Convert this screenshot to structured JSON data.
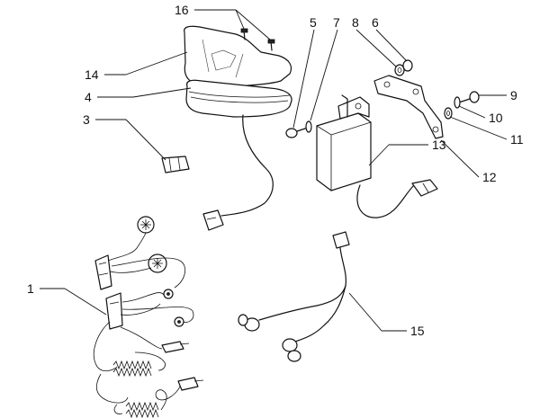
{
  "callouts": [
    {
      "id": "c1",
      "text": "1"
    },
    {
      "id": "c3",
      "text": "3"
    },
    {
      "id": "c4",
      "text": "4"
    },
    {
      "id": "c5",
      "text": "5"
    },
    {
      "id": "c6",
      "text": "6"
    },
    {
      "id": "c7",
      "text": "7"
    },
    {
      "id": "c8",
      "text": "8"
    },
    {
      "id": "c9",
      "text": "9"
    },
    {
      "id": "c10",
      "text": "10"
    },
    {
      "id": "c11",
      "text": "11"
    },
    {
      "id": "c12",
      "text": "12"
    },
    {
      "id": "c13",
      "text": "13"
    },
    {
      "id": "c14",
      "text": "14"
    },
    {
      "id": "c15",
      "text": "15"
    },
    {
      "id": "c16",
      "text": "16"
    }
  ]
}
